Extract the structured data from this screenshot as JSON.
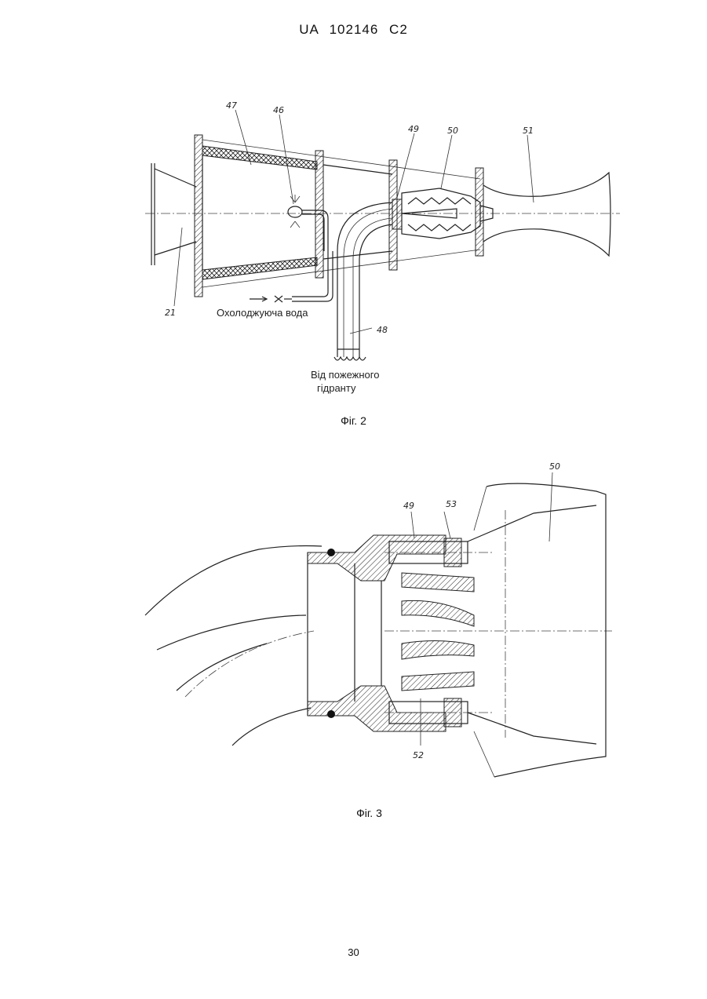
{
  "header": {
    "patent_number": "UA   102146   C2"
  },
  "figure2": {
    "caption": "Фіг. 2",
    "labels": {
      "l47": "47",
      "l46": "46",
      "l49": "49",
      "l50": "50",
      "l51": "51",
      "l21": "21",
      "l48": "48"
    },
    "annotations": {
      "cooling_water": "Охолоджуюча вода",
      "from_hydrant_line1": "Від пожежного",
      "from_hydrant_line2": "гідранту"
    }
  },
  "figure3": {
    "caption": "Фіг. 3",
    "labels": {
      "l50": "50",
      "l49": "49",
      "l53": "53",
      "l52": "52"
    }
  },
  "footer": {
    "page_number": "30"
  }
}
